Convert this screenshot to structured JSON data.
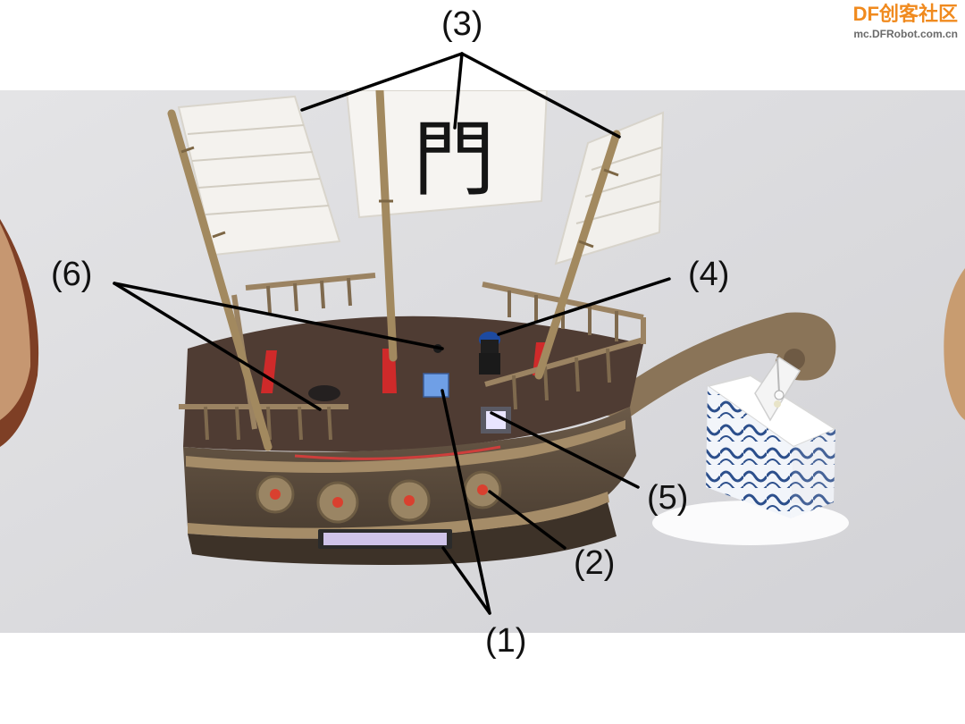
{
  "watermark": {
    "brand": "DF创客社区",
    "url": "mc.DFRobot.com.cn",
    "color": "#f08a1e"
  },
  "sail_calligraphy": "門",
  "callouts": [
    {
      "id": "c3",
      "label": "(3)"
    },
    {
      "id": "c6",
      "label": "(6)"
    },
    {
      "id": "c4",
      "label": "(4)"
    },
    {
      "id": "c5",
      "label": "(5)"
    },
    {
      "id": "c2",
      "label": "(2)"
    },
    {
      "id": "c1",
      "label": "(1)"
    }
  ]
}
